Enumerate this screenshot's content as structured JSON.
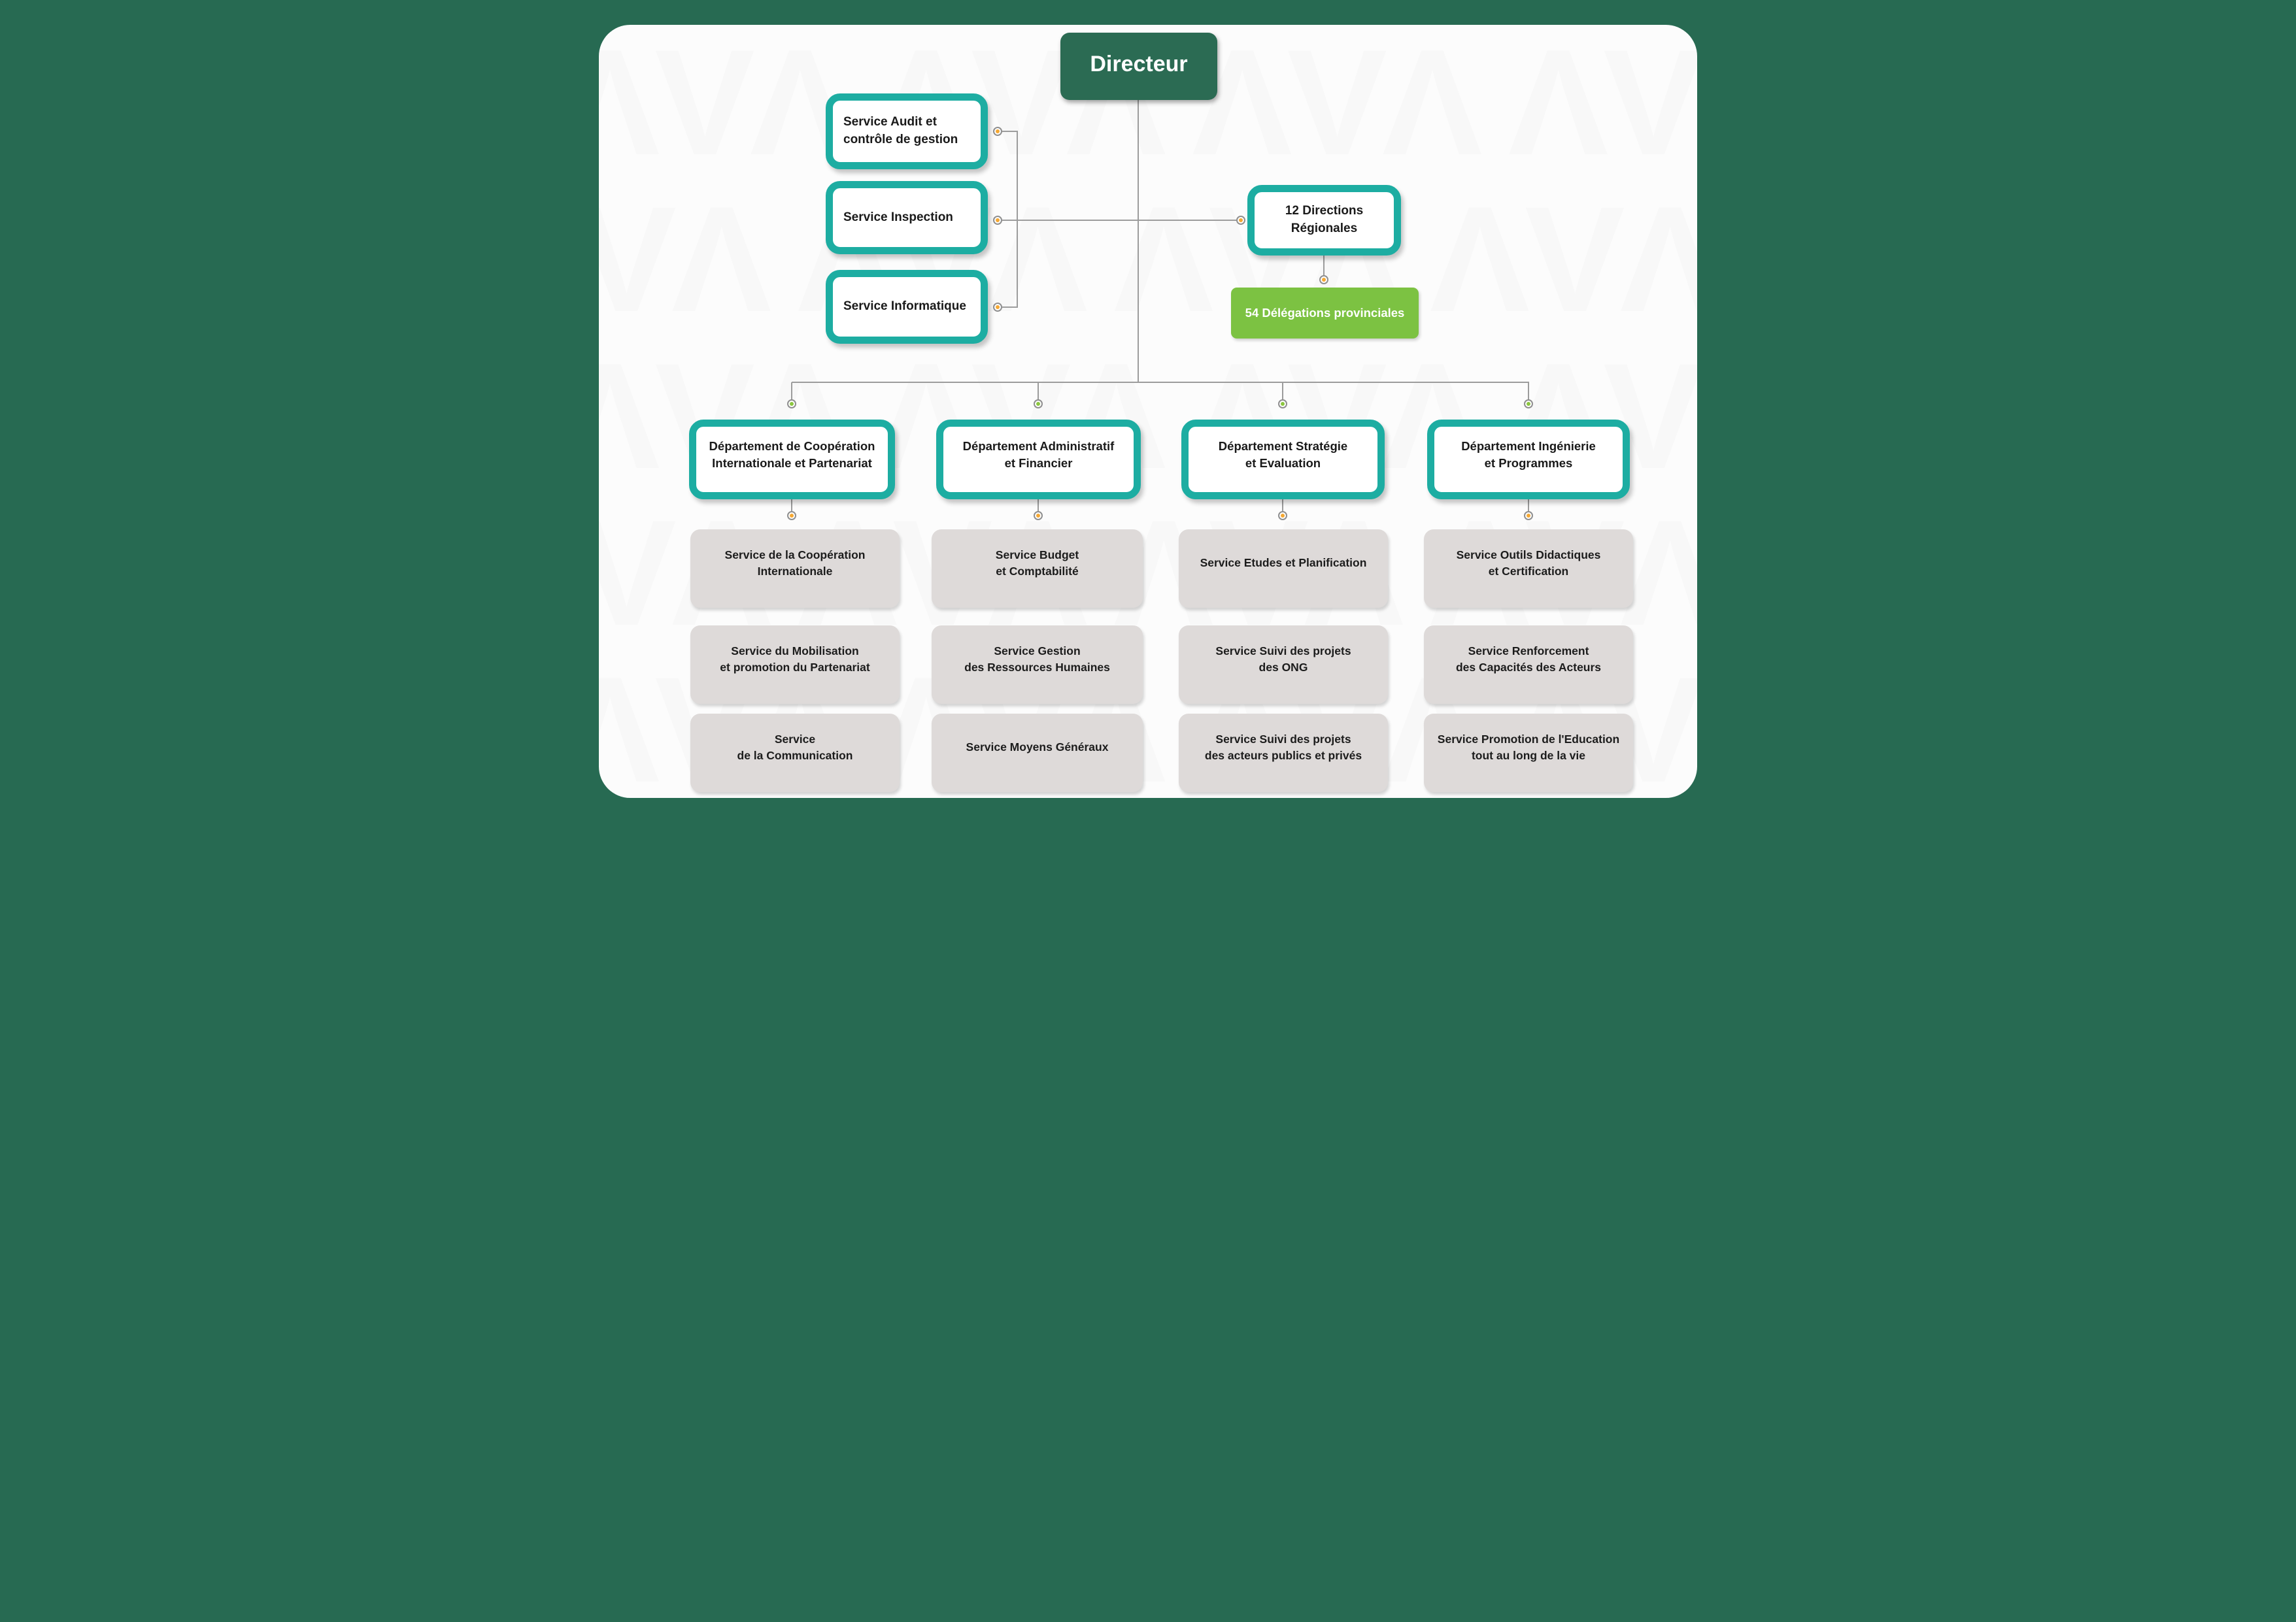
{
  "root": {
    "label": "Directeur"
  },
  "staff_services": [
    {
      "label": "Service Audit et\ncontrôle de gestion"
    },
    {
      "label": "Service Inspection"
    },
    {
      "label": "Service Informatique"
    }
  ],
  "regional_branch": {
    "directions": {
      "label": "12 Directions\nRégionales"
    },
    "delegations": {
      "label": "54 Délégations provinciales"
    }
  },
  "departments": [
    {
      "name": "Département de Coopération\nInternationale et Partenariat",
      "services": [
        "Service de  la Coopération\nInternationale",
        "Service du Mobilisation\net promotion du Partenariat",
        "Service\nde la Communication"
      ]
    },
    {
      "name": "Département  Administratif\net Financier",
      "services": [
        "Service Budget\net Comptabilité",
        "Service Gestion\ndes Ressources Humaines",
        "Service Moyens Généraux"
      ]
    },
    {
      "name": "Département Stratégie\net Evaluation",
      "services": [
        "Service Etudes et Planification",
        "Service Suivi des projets\ndes ONG",
        "Service Suivi des projets\ndes acteurs publics et privés"
      ]
    },
    {
      "name": "Département Ingénierie\net Programmes",
      "services": [
        "Service Outils Didactiques\net Certification",
        "Service Renforcement\ndes Capacités des Acteurs",
        "Service Promotion de l'Education\ntout au long de la vie"
      ]
    }
  ],
  "colors": {
    "background": "#276a52",
    "directeur_fill": "#2b6b53",
    "teal_border": "#1dada2",
    "green_fill": "#7cc242",
    "green_dot": "#8cc63f",
    "orange_dot": "#f5a833",
    "line": "#9c9c9c",
    "service_fill": "#dedad9"
  },
  "watermark_motif": "ΛVΛ ΛVΛ ΛVΛ ΛVΛ ΛVΛ ΛVΛ ΛVΛ ΛVΛ ΛVΛ"
}
